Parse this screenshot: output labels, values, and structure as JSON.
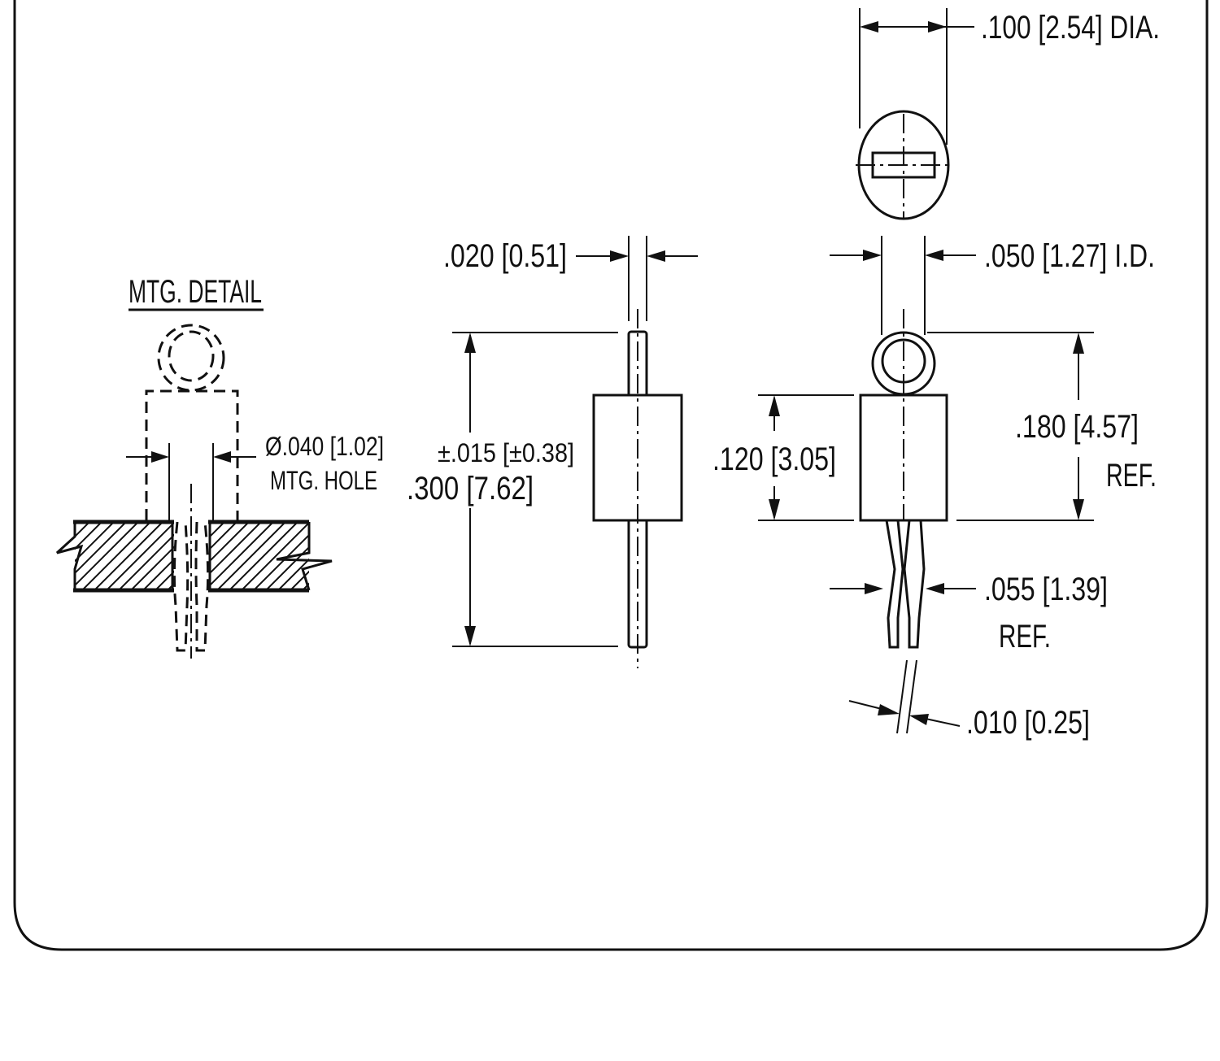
{
  "drawing": {
    "mtg_detail_title": "MTG. DETAIL",
    "mtg_hole_dia": "Ø.040 [1.02]",
    "mtg_hole_label": "MTG. HOLE",
    "tolerance": "±.015 [±0.38]",
    "overall_length": ".300 [7.62]",
    "pin_diameter": ".020 [0.51]",
    "head_dia": ".100 [2.54] DIA.",
    "inner_dia": ".050 [1.27] I.D.",
    "body_height": ".120 [3.05]",
    "ref_height": ".180 [4.57]",
    "ref_label": "REF.",
    "leg_width": ".055 [1.39]",
    "leg_ref_label": "REF.",
    "thickness": ".010 [0.25]"
  }
}
